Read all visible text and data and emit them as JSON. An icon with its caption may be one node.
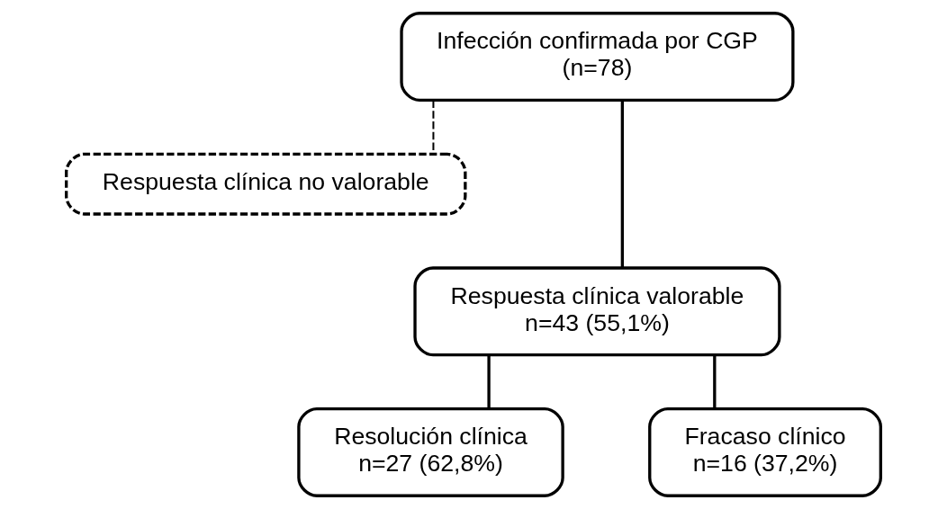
{
  "diagram": {
    "nodes": [
      {
        "text": [
          "Infección confirmada por CGP",
          "(n=78)"
        ]
      },
      {
        "text": [
          "Respuesta clínica no valorable"
        ]
      },
      {
        "text": [
          "Respuesta clínica valorable",
          "n=43 (55,1%)"
        ]
      },
      {
        "text": [
          "Resolución clínica",
          "n=27 (62,8%)"
        ]
      },
      {
        "text": [
          "Fracaso clínico",
          "n=16 (37,2%)"
        ]
      }
    ],
    "edges": [
      {
        "from": 0,
        "to": 2,
        "arrow": "none"
      },
      {
        "from": 0,
        "to": 1,
        "arrow": "none",
        "style": "dashed"
      },
      {
        "from": 2,
        "to": 3,
        "arrow": "none"
      },
      {
        "from": 2,
        "to": 4,
        "arrow": "none"
      }
    ]
  }
}
